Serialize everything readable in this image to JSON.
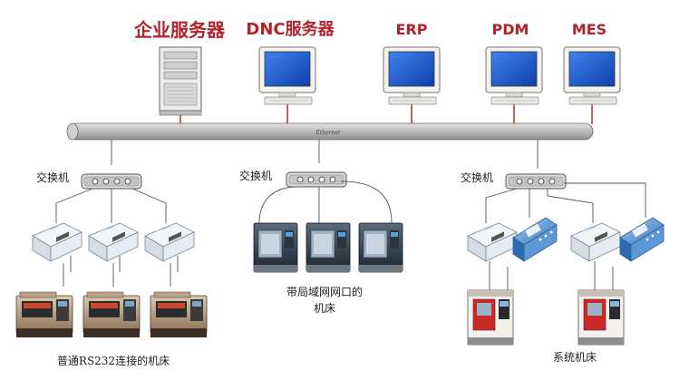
{
  "servers": {
    "enterprise": "企业服务器",
    "dnc": "DNC服务器",
    "erp": "ERP",
    "pdm": "PDM",
    "mes": "MES"
  },
  "network": {
    "bus_label": "Ethernet"
  },
  "switches": {
    "left": "交换机",
    "middle": "交换机",
    "right": "交换机"
  },
  "captions": {
    "rs232": "普通RS232连接的机床",
    "lan_line1": "带局域网网口的",
    "lan_line2": "机床",
    "system": "系统机床"
  },
  "colors": {
    "title_red": "#b3222b",
    "link_red": "#c0392b",
    "bus_gray": "#bdbdbd",
    "screen_blue": "#1f5fd6"
  }
}
